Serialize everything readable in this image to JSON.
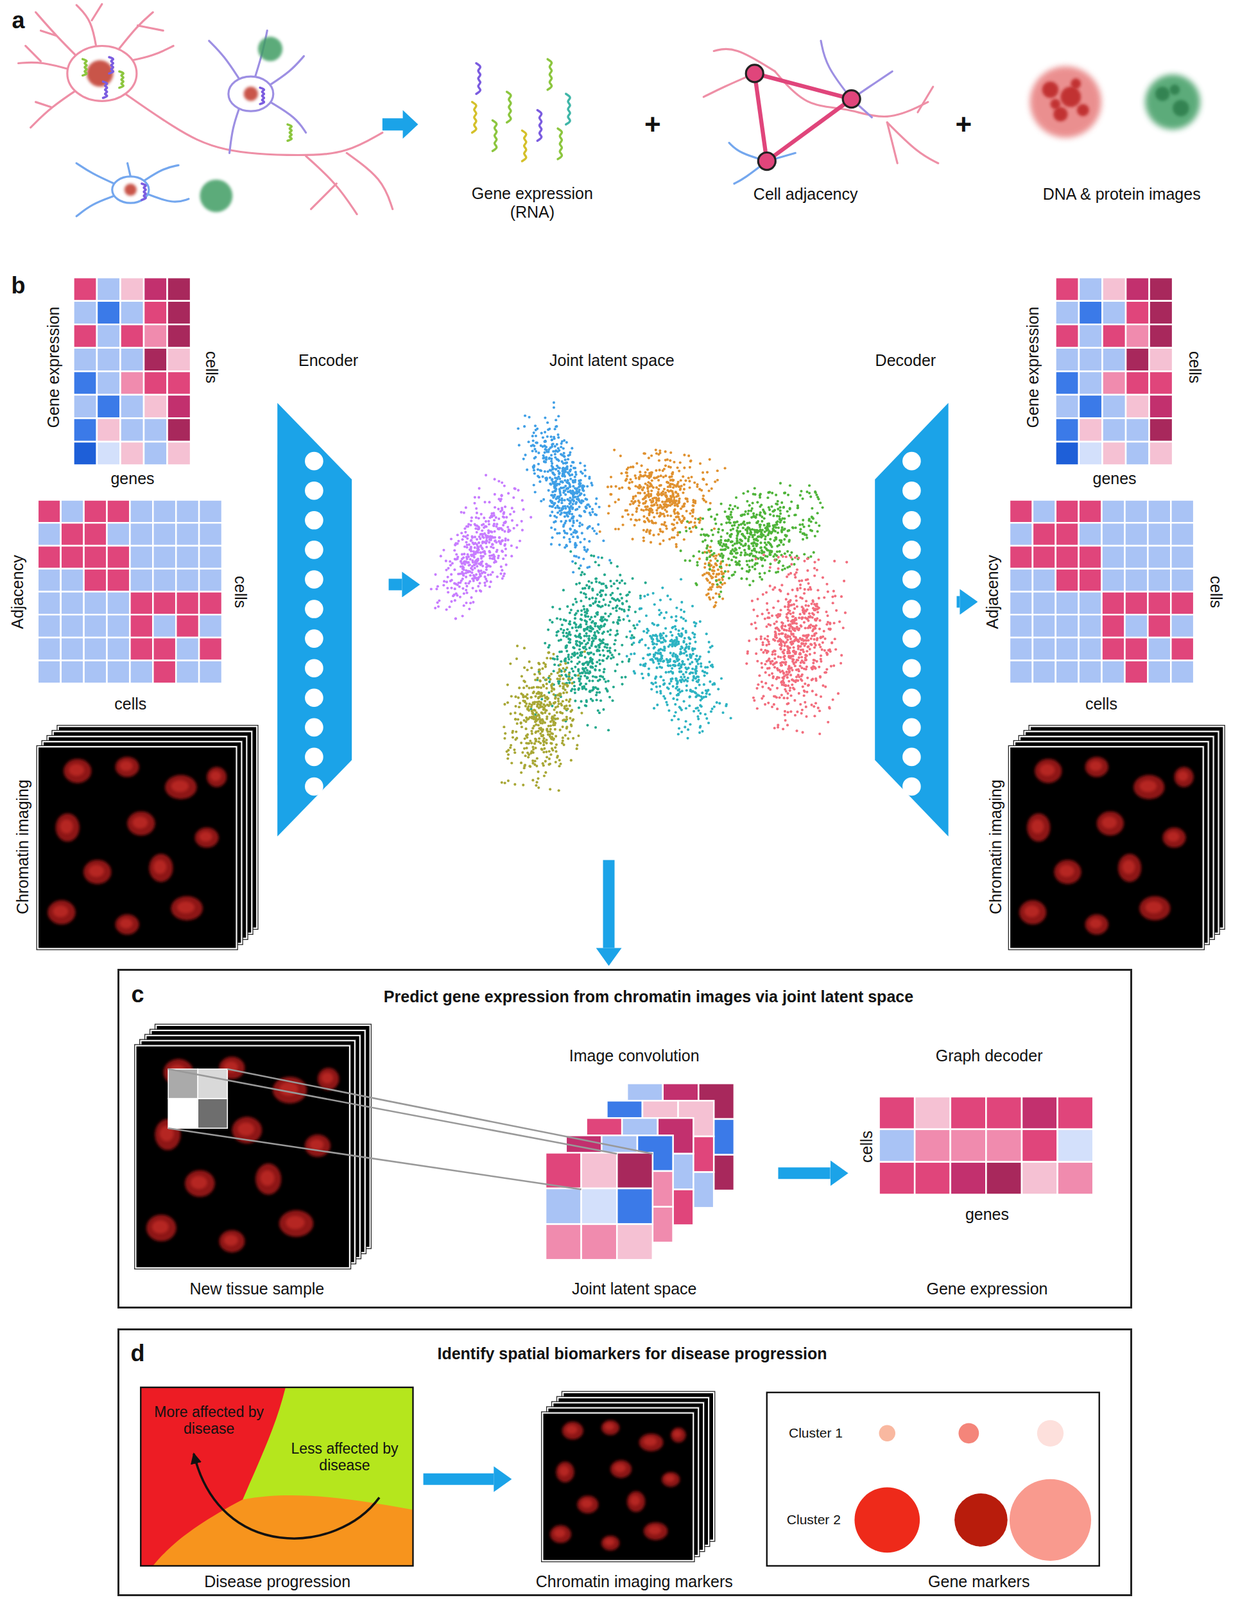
{
  "diagram": {
    "nodes": [
      {
        "text": [
          "Gene expression",
          "cells",
          "genes"
        ]
      },
      {
        "text": [
          "Adjacency",
          "cells",
          "cells"
        ]
      },
      {
        "text": [
          "Chromatin imaging"
        ]
      },
      {
        "text": [
          "Encoder"
        ]
      },
      {
        "text": [
          "Joint latent space"
        ]
      },
      {
        "text": [
          "Decoder"
        ]
      },
      {
        "text": [
          "Gene expression",
          "cells",
          "genes"
        ]
      },
      {
        "text": [
          "Adjacency",
          "cells",
          "cells"
        ]
      },
      {
        "text": [
          "Chromatin imaging"
        ]
      },
      {
        "text": [
          "c",
          "Predict gene expression from chromatin images via joint latent space"
        ]
      },
      {
        "text": [
          "New tissue sample"
        ],
        "in": 9
      },
      {
        "text": [
          "Image convolution",
          "Joint latent space"
        ],
        "in": 9
      },
      {
        "text": [
          "Graph decoder",
          "cells",
          "genes",
          "Gene expression"
        ],
        "in": 9
      },
      {
        "text": [
          "d",
          "Identify spatial biomarkers for disease progression"
        ]
      },
      {
        "text": [
          "More affected by disease",
          "Less affected by disease",
          "Disease progression"
        ],
        "in": 13
      },
      {
        "text": [
          "Chromatin imaging markers"
        ],
        "in": 13
      },
      {
        "text": [
          "Cluster 1",
          "Cluster 2",
          "Gene markers"
        ],
        "in": 13
      }
    ],
    "edges": [
      {
        "from": 3,
        "to": 4,
        "arrow": "to"
      },
      {
        "from": 5,
        "to": 7,
        "arrow": "to"
      },
      {
        "from": 4,
        "to": 9,
        "arrow": "to"
      },
      {
        "from": 11,
        "to": 12,
        "arrow": "to"
      },
      {
        "from": 14,
        "to": 15,
        "arrow": "to"
      }
    ],
    "labels": [
      "a",
      "Gene expression (RNA)",
      "Cell adjacency",
      "DNA & protein images",
      "+",
      "+",
      "b"
    ]
  }
}
